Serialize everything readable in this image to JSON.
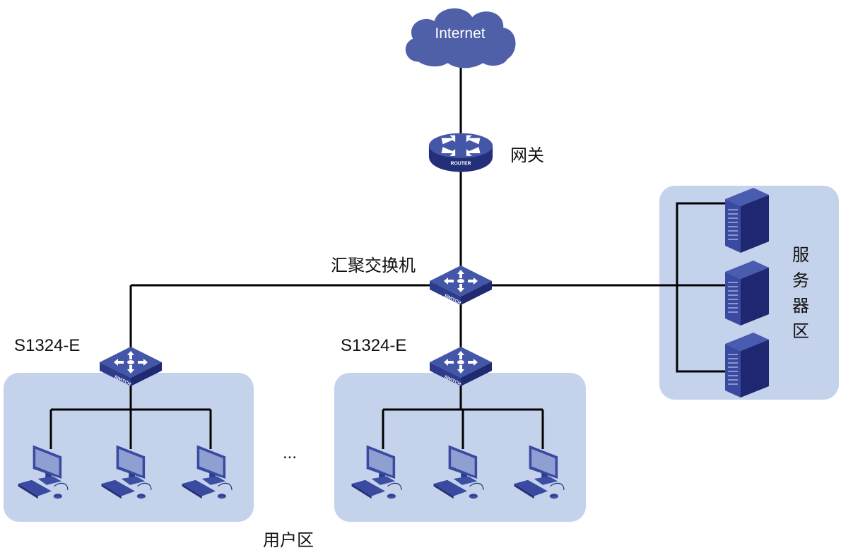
{
  "colors": {
    "zone_fill": "#c5d2eb",
    "device_blue": "#3d4fa2",
    "device_dark": "#232f79",
    "cloud": "#4f5fa8",
    "link": "#000000"
  },
  "nodes": {
    "internet": {
      "label": "Internet",
      "icon": "cloud-icon"
    },
    "gateway": {
      "label": "网关",
      "device_text": "ROUTER",
      "icon": "router-icon"
    },
    "core_switch": {
      "label": "汇聚交换机",
      "device_text": "SWITCH",
      "icon": "switch-icon"
    },
    "access_switch_left": {
      "label": "S1324-E",
      "device_text": "SWITCH",
      "icon": "switch-icon"
    },
    "access_switch_mid": {
      "label": "S1324-E",
      "device_text": "SWITCH",
      "icon": "switch-icon"
    }
  },
  "zones": {
    "server": {
      "label": "服务器区",
      "device_icon": "server-icon",
      "count": 3
    },
    "user": {
      "label": "用户区",
      "device_icon": "pc-icon",
      "ellipsis": "..."
    }
  }
}
